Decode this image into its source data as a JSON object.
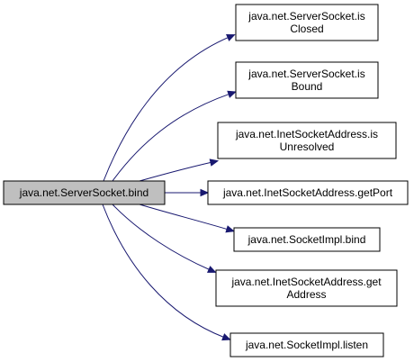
{
  "graph": {
    "source": {
      "id": "bind",
      "lines": [
        "java.net.ServerSocket.bind"
      ]
    },
    "targets": [
      {
        "id": "isClosed",
        "lines": [
          "java.net.ServerSocket.is",
          "Closed"
        ]
      },
      {
        "id": "isBound",
        "lines": [
          "java.net.ServerSocket.is",
          "Bound"
        ]
      },
      {
        "id": "isUnresolved",
        "lines": [
          "java.net.InetSocketAddress.is",
          "Unresolved"
        ]
      },
      {
        "id": "getPort",
        "lines": [
          "java.net.InetSocketAddress.getPort"
        ]
      },
      {
        "id": "implBind",
        "lines": [
          "java.net.SocketImpl.bind"
        ]
      },
      {
        "id": "getAddress",
        "lines": [
          "java.net.InetSocketAddress.get",
          "Address"
        ]
      },
      {
        "id": "listen",
        "lines": [
          "java.net.SocketImpl.listen"
        ]
      }
    ],
    "colors": {
      "edge": "#191970",
      "source_fill": "#bfbfbf",
      "node_fill": "#ffffff"
    }
  }
}
